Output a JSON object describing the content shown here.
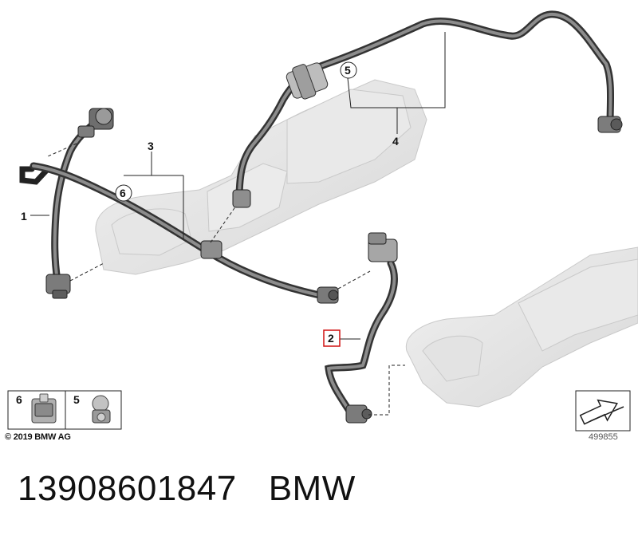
{
  "diagram": {
    "callouts": {
      "c1": "1",
      "c2": "2",
      "c3": "3",
      "c4": "4",
      "c5": "5",
      "c6": "6"
    },
    "legend": [
      {
        "number": "6",
        "icon": "clip-6-icon"
      },
      {
        "number": "5",
        "icon": "clip-5-icon"
      }
    ],
    "copyright": "© 2019 BMW AG",
    "image_number": "499855",
    "highlight_color": "#d01010"
  },
  "caption": {
    "part_number": "13908601847",
    "brand": "BMW"
  }
}
